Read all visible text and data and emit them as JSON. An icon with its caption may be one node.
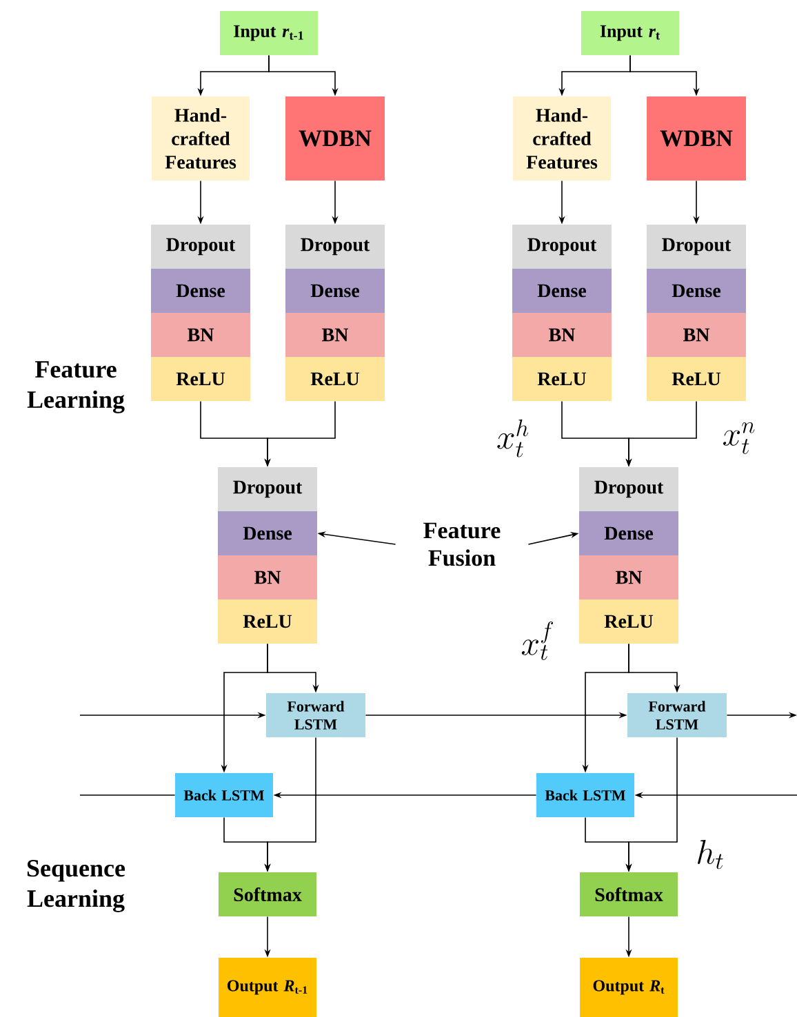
{
  "diagram": {
    "nodes": [
      {
        "text": [
          "Input *r*$_{t-1}$"
        ]
      },
      {
        "text": [
          "Input *r*$_{t}$"
        ]
      },
      {
        "text": [
          "Hand-crafted Features"
        ]
      },
      {
        "text": [
          "WDBN"
        ]
      },
      {
        "text": [
          "Hand-crafted Features"
        ]
      },
      {
        "text": [
          "WDBN"
        ]
      },
      {
        "text": [
          "Dropout"
        ]
      },
      {
        "text": [
          "Dense"
        ]
      },
      {
        "text": [
          "BN"
        ]
      },
      {
        "text": [
          "ReLU"
        ]
      },
      {
        "text": [
          "Dropout"
        ]
      },
      {
        "text": [
          "Dense"
        ]
      },
      {
        "text": [
          "BN"
        ]
      },
      {
        "text": [
          "ReLU"
        ]
      },
      {
        "text": [
          "Dropout"
        ]
      },
      {
        "text": [
          "Dense"
        ]
      },
      {
        "text": [
          "BN"
        ]
      },
      {
        "text": [
          "ReLU"
        ]
      },
      {
        "text": [
          "Dropout"
        ]
      },
      {
        "text": [
          "Dense"
        ]
      },
      {
        "text": [
          "BN"
        ]
      },
      {
        "text": [
          "ReLU"
        ]
      },
      {
        "text": [
          "Dropout"
        ]
      },
      {
        "text": [
          "Dense"
        ]
      },
      {
        "text": [
          "BN"
        ]
      },
      {
        "text": [
          "ReLU"
        ]
      },
      {
        "text": [
          "Feature Fusion"
        ]
      },
      {
        "text": [
          "Dropout"
        ]
      },
      {
        "text": [
          "Dense"
        ]
      },
      {
        "text": [
          "BN"
        ]
      },
      {
        "text": [
          "ReLU"
        ]
      },
      {
        "text": [
          "Forward LSTM"
        ]
      },
      {
        "text": [
          "Forward LSTM"
        ]
      },
      {
        "text": [
          "Back LSTM"
        ]
      },
      {
        "text": [
          "Back LSTM"
        ]
      },
      {
        "text": [
          "Softmax"
        ]
      },
      {
        "text": [
          "Softmax"
        ]
      },
      {
        "text": [
          "Output *R*$_{t-1}$"
        ]
      },
      {
        "text": [
          "Output *R*$_{t}$"
        ]
      }
    ],
    "edges": [
      {
        "from": 0,
        "to": 2,
        "arrow": "to"
      },
      {
        "from": 0,
        "to": 3,
        "arrow": "to"
      },
      {
        "from": 1,
        "to": 4,
        "arrow": "to"
      },
      {
        "from": 1,
        "to": 5,
        "arrow": "to"
      },
      {
        "from": 2,
        "to": 6,
        "arrow": "to"
      },
      {
        "from": 3,
        "to": 10,
        "arrow": "to"
      },
      {
        "from": 4,
        "to": 14,
        "arrow": "to"
      },
      {
        "from": 5,
        "to": 18,
        "arrow": "to"
      },
      {
        "from": 9,
        "to": 22,
        "arrow": "to"
      },
      {
        "from": 13,
        "to": 22,
        "arrow": "to"
      },
      {
        "from": 17,
        "to": 27,
        "arrow": "to"
      },
      {
        "from": 21,
        "to": 27,
        "arrow": "to"
      },
      {
        "from": 26,
        "to": 23,
        "arrow": "to"
      },
      {
        "from": 26,
        "to": 28,
        "arrow": "to"
      },
      {
        "from": 25,
        "to": 31,
        "arrow": "to"
      },
      {
        "from": 25,
        "to": 33,
        "arrow": "to"
      },
      {
        "from": 30,
        "to": 32,
        "arrow": "to"
      },
      {
        "from": 30,
        "to": 34,
        "arrow": "to"
      },
      {
        "from": null,
        "to": 31,
        "arrow": "to"
      },
      {
        "from": 31,
        "to": 32,
        "arrow": "to"
      },
      {
        "from": 32,
        "to": null,
        "arrow": "to"
      },
      {
        "from": null,
        "to": 34,
        "arrow": "to"
      },
      {
        "from": 34,
        "to": 33,
        "arrow": "to"
      },
      {
        "from": 33,
        "to": null,
        "arrow": "none"
      },
      {
        "from": 31,
        "to": 35,
        "arrow": "to"
      },
      {
        "from": 33,
        "to": 35,
        "arrow": "to"
      },
      {
        "from": 32,
        "to": 36,
        "arrow": "to"
      },
      {
        "from": 34,
        "to": 36,
        "arrow": "to"
      },
      {
        "from": 35,
        "to": 37,
        "arrow": "to"
      },
      {
        "from": 36,
        "to": 38,
        "arrow": "to"
      }
    ],
    "labels": [
      "Feature Learning",
      "x_t^h",
      "x_t^n",
      "x_t^f",
      "h_t",
      "Sequence Learning"
    ]
  }
}
